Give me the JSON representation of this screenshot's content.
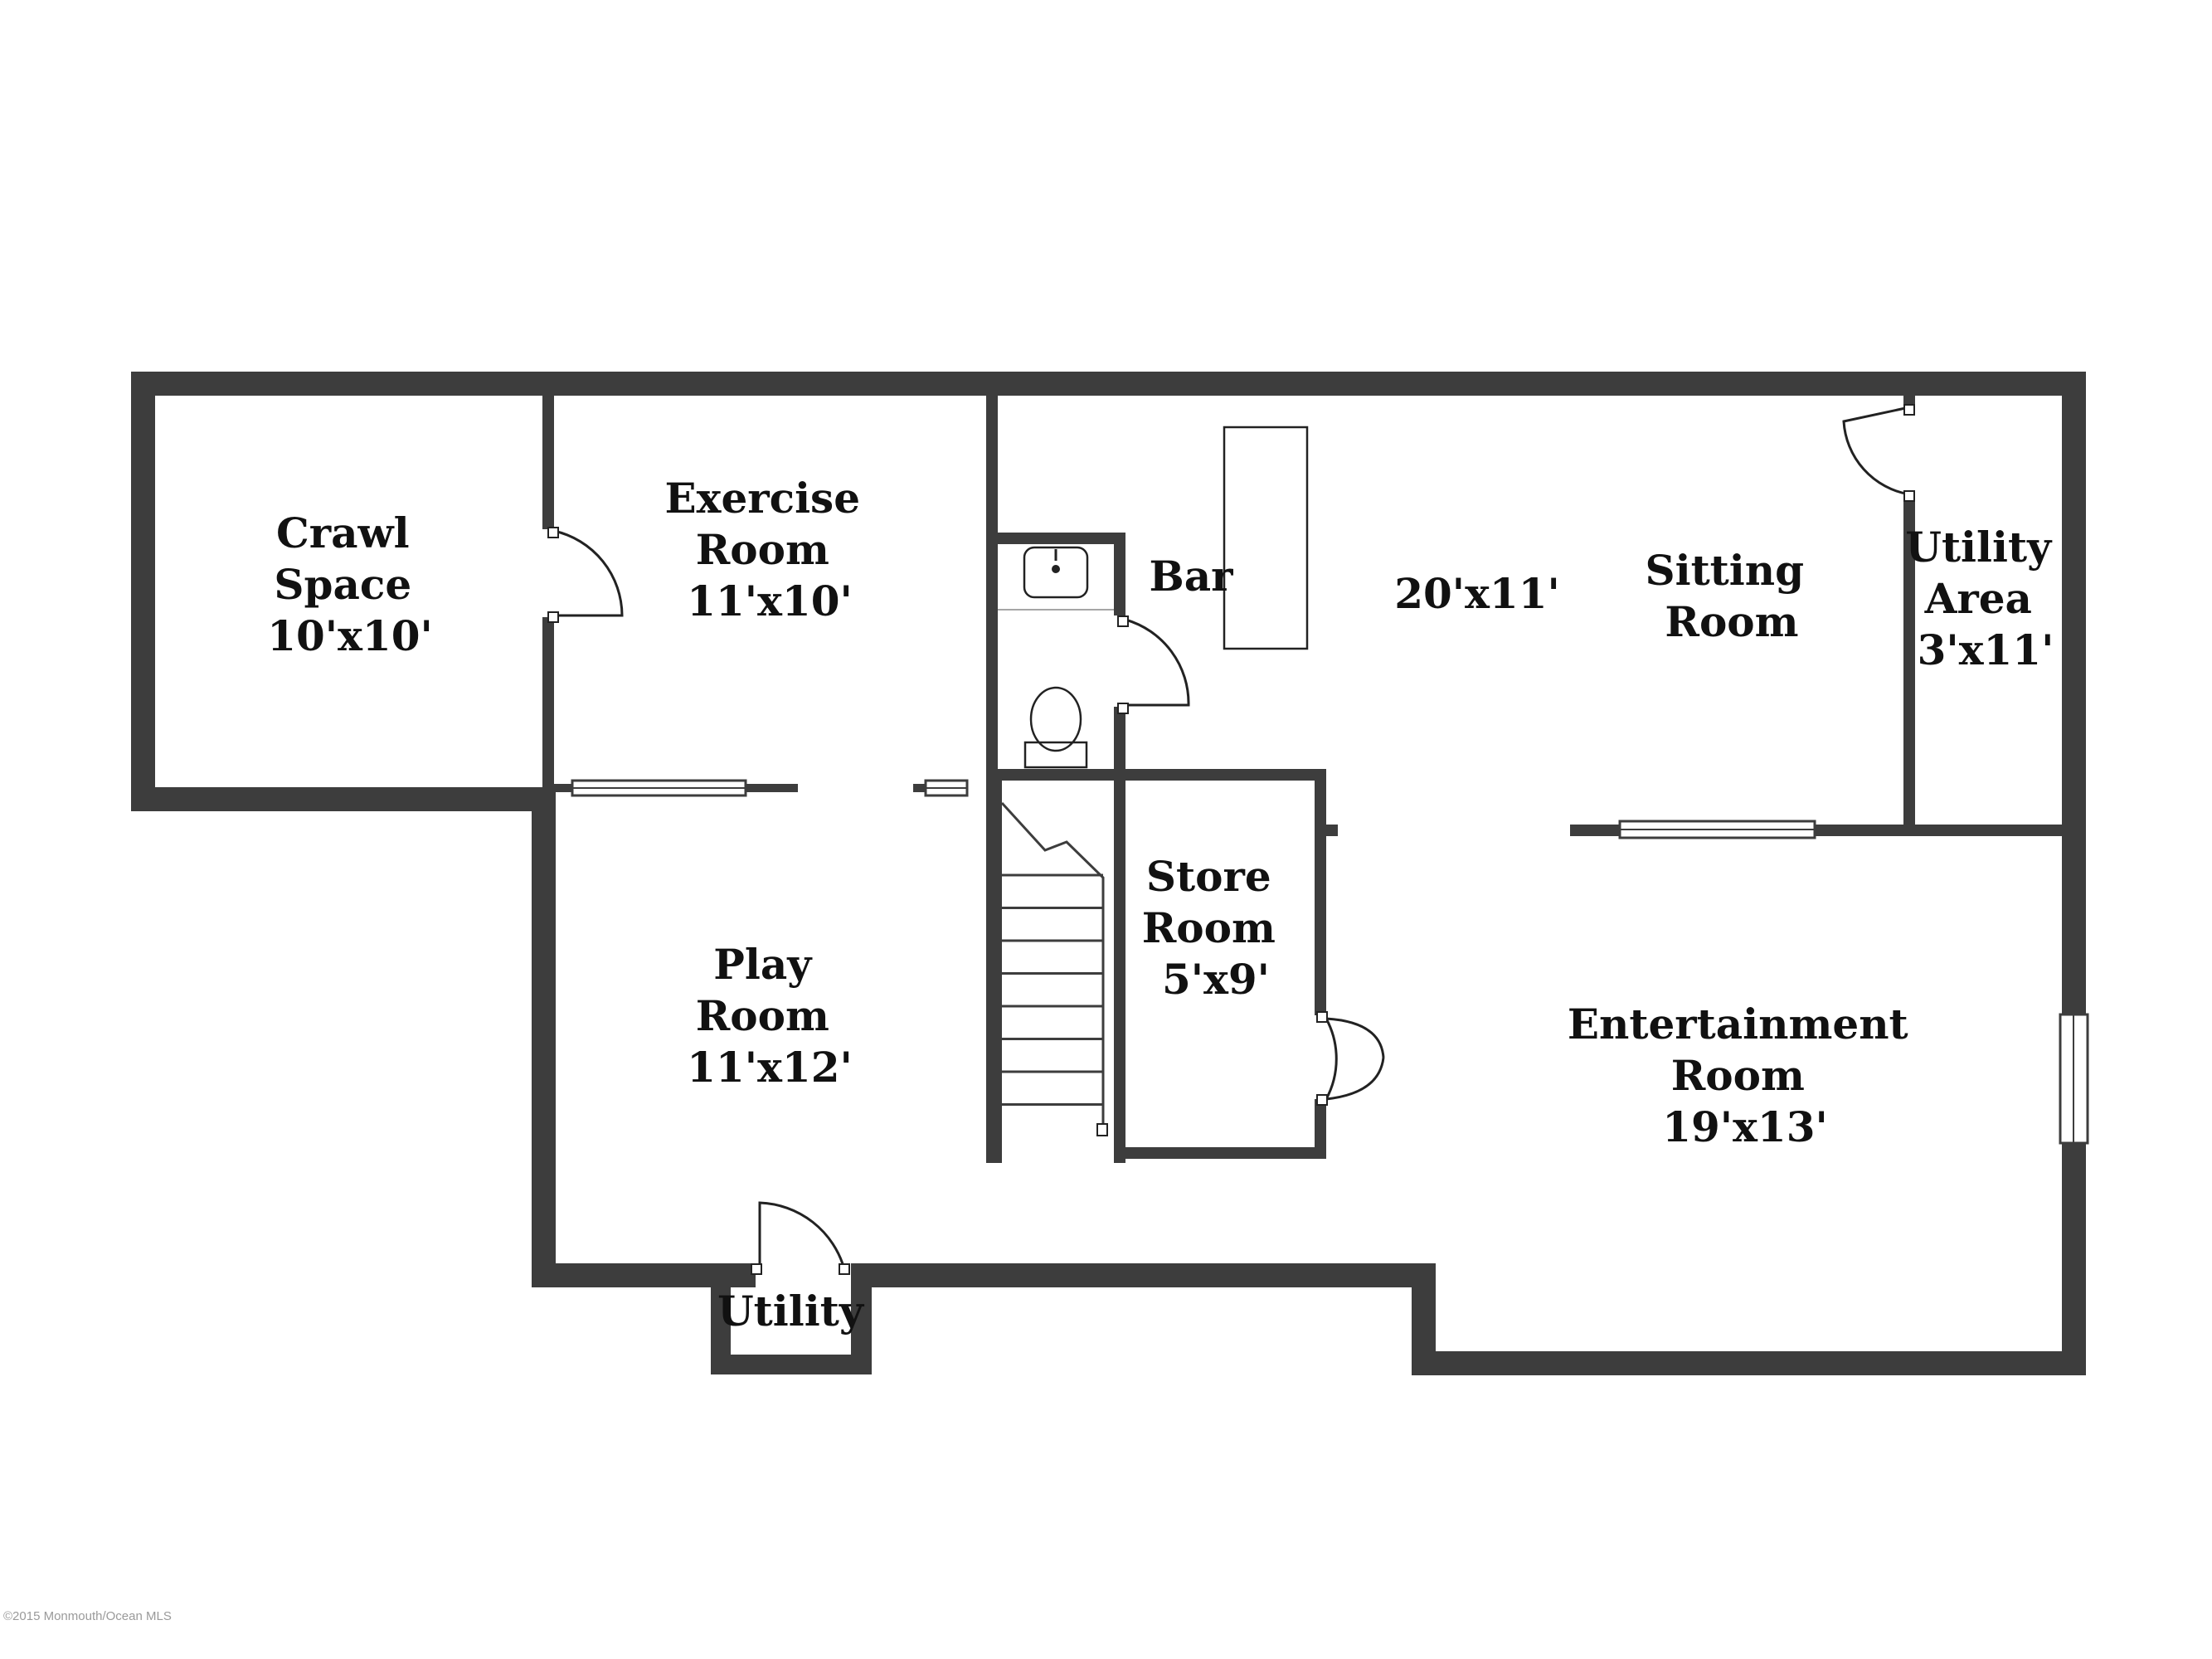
{
  "rooms": [
    {
      "id": "crawl-space",
      "lines": [
        "Crawl",
        "Space",
        "10'x10'"
      ]
    },
    {
      "id": "exercise-room",
      "lines": [
        "Exercise",
        "Room",
        "11'x10'"
      ]
    },
    {
      "id": "bar",
      "lines": [
        "Bar"
      ]
    },
    {
      "id": "main-dimension",
      "lines": [
        "20'x11'"
      ]
    },
    {
      "id": "sitting-room",
      "lines": [
        "Sitting",
        "Room"
      ]
    },
    {
      "id": "utility-area",
      "lines": [
        "Utility",
        "Area",
        "3'x11'"
      ]
    },
    {
      "id": "store-room",
      "lines": [
        "Store",
        "Room",
        "5'x9'"
      ]
    },
    {
      "id": "play-room",
      "lines": [
        "Play",
        "Room",
        "11'x12'"
      ]
    },
    {
      "id": "entertainment-room",
      "lines": [
        "Entertainment",
        "Room",
        "19'x13'"
      ]
    },
    {
      "id": "utility",
      "lines": [
        "Utility"
      ]
    }
  ],
  "watermark": "©2015 Monmouth/Ocean MLS",
  "colors": {
    "wall": "#3d3d3d",
    "background": "#ffffff",
    "text": "#111111"
  }
}
